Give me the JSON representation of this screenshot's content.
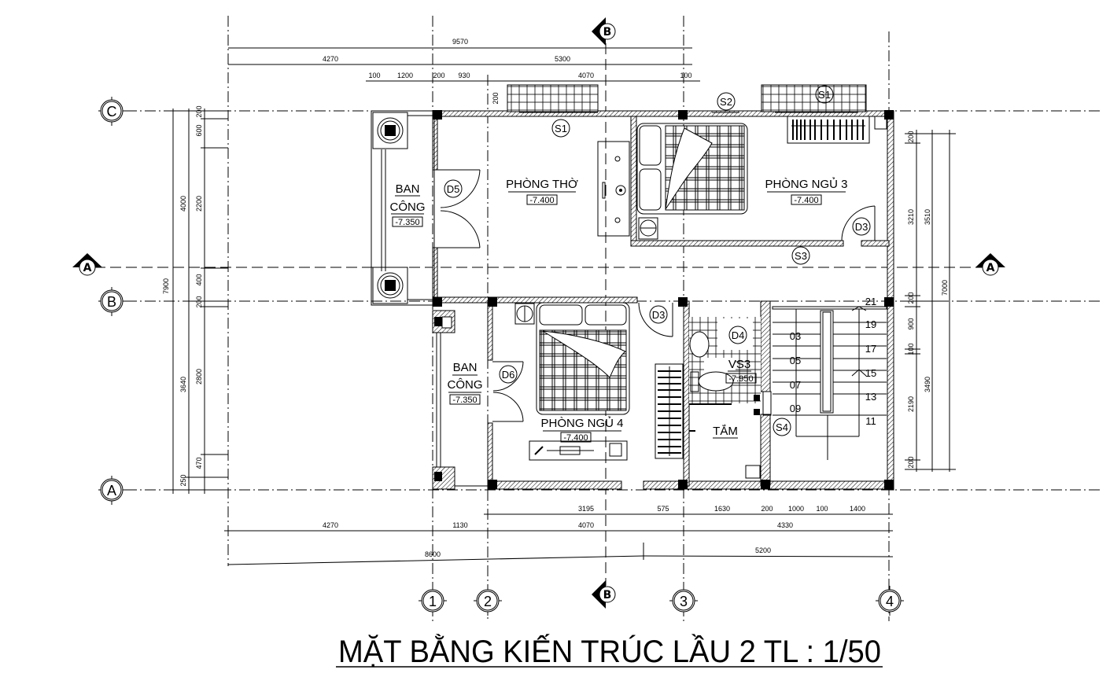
{
  "title": "MẶT BẰNG KIẾN TRÚC LẦU 2  TL : 1/50",
  "grid_axes": {
    "vertical": [
      "1",
      "2",
      "3",
      "4"
    ],
    "horizontal": [
      "C",
      "B",
      "A"
    ]
  },
  "section_marks": [
    "A",
    "A",
    "B",
    "B"
  ],
  "rooms": [
    {
      "name": "PHÒNG THỜ",
      "level": "-7.400"
    },
    {
      "name": "PHÒNG NGỦ 3",
      "level": "-7.400"
    },
    {
      "name": "PHÒNG NGỦ 4",
      "level": "-7.400"
    },
    {
      "name": "BAN",
      "name2": "CÔNG",
      "level": "-7.350"
    },
    {
      "name": "BAN",
      "name2": "CÔNG",
      "level": "-7.350"
    },
    {
      "name": "VS3",
      "level": "-7.950"
    },
    {
      "name": "TẮM"
    }
  ],
  "tags": {
    "doors": [
      "D5",
      "D3",
      "D6",
      "D3",
      "D4"
    ],
    "windows": [
      "S1",
      "S2",
      "S1",
      "S3",
      "S4"
    ]
  },
  "stairs": {
    "left": [
      "03",
      "05",
      "07",
      "09"
    ],
    "right": [
      "21",
      "19",
      "17",
      "15",
      "13",
      "11"
    ]
  },
  "dimensions": {
    "top": {
      "total": "9570",
      "row2": [
        "4270",
        "5300"
      ],
      "row3": [
        "100",
        "1200",
        "200",
        "930",
        "4070",
        "100"
      ],
      "window": "200"
    },
    "bottom": {
      "row1": [
        "3195",
        "575",
        "1630",
        "200",
        "1000",
        "100",
        "1400"
      ],
      "row2": [
        "4270",
        "1130",
        "4070",
        "4330"
      ],
      "row3": [
        "8600",
        "5200"
      ]
    },
    "left": {
      "total": "7900",
      "row2": [
        "4000",
        "3640",
        "250"
      ],
      "row3": [
        "200",
        "600",
        "2200",
        "400",
        "200",
        "2800",
        "470"
      ]
    },
    "right": {
      "total": "7000",
      "row2": [
        "3510",
        "3490"
      ],
      "row3": [
        "200",
        "3210",
        "200",
        "900",
        "100",
        "2190",
        "200"
      ]
    }
  }
}
